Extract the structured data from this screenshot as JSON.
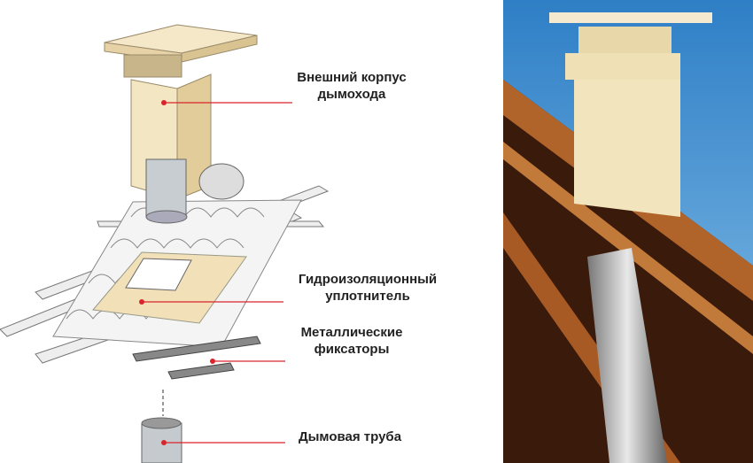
{
  "labels": {
    "outer_casing": [
      "Внешний корпус",
      "дымохода"
    ],
    "waterproof_seal": [
      "Гидроизоляционный",
      "уплотнитель"
    ],
    "metal_fixers": [
      "Металлические",
      "фиксаторы"
    ],
    "chimney_pipe": [
      "Дымовая труба"
    ]
  },
  "colors": {
    "leader_line": "#d9242b",
    "casing": "#f3e6c2",
    "steel": "#b8bec4",
    "wood": "#b0642a",
    "sky": "#3d8fd0"
  }
}
